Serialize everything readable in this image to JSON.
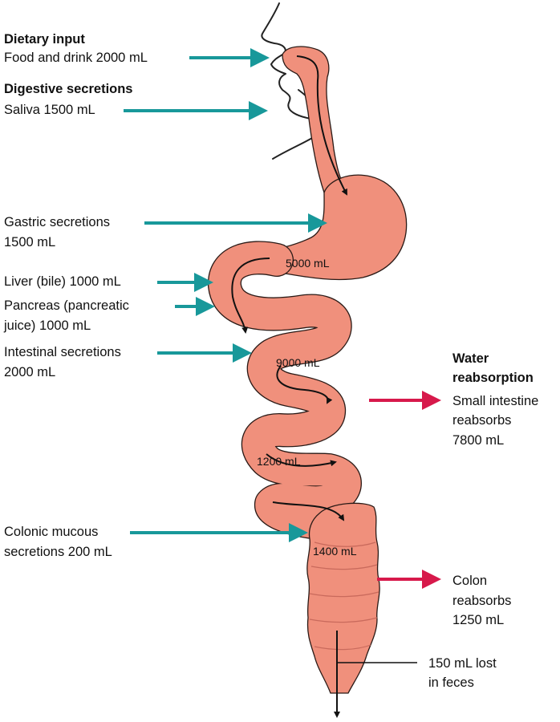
{
  "input": {
    "dietary_title": "Dietary input",
    "food_drink": "Food and drink 2000 mL",
    "secretions_title": "Digestive secretions",
    "saliva": "Saliva 1500 mL",
    "gastric_1": "Gastric secretions",
    "gastric_2": "1500 mL",
    "liver": "Liver (bile) 1000 mL",
    "pancreas_1": "Pancreas (pancreatic",
    "pancreas_2": "juice) 1000 mL",
    "intestinal_1": "Intestinal secretions",
    "intestinal_2": "2000 mL",
    "colonic_1": "Colonic mucous",
    "colonic_2": "secretions 200 mL"
  },
  "reabsorption": {
    "title_1": "Water",
    "title_2": "reabsorption",
    "small_1": "Small intestine",
    "small_2": "reabsorbs",
    "small_3": "7800 mL",
    "colon_1": "Colon",
    "colon_2": "reabsorbs",
    "colon_3": "1250 mL",
    "feces_1": "150 mL lost",
    "feces_2": "in feces"
  },
  "volumes": {
    "stomach": "5000 mL",
    "jejunum": "9000 mL",
    "ileum": "1200 mL",
    "colon": "1400 mL"
  },
  "colors": {
    "tract": "#f0907c",
    "tract_outline": "#2a1a16",
    "input_arrow": "#18989a",
    "reabsorb_arrow": "#d7194b"
  }
}
